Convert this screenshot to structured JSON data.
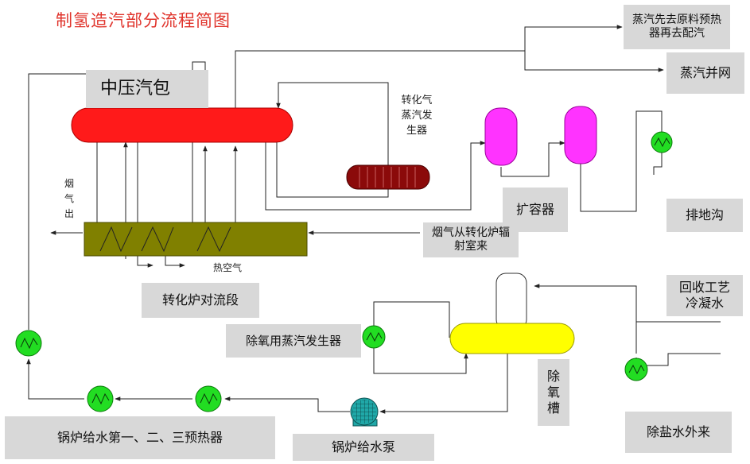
{
  "title": "制氢造汽部分流程简图",
  "labels": {
    "drum": "中压汽包",
    "steam_to_preheater": "蒸汽先去原料预热器再去配汽",
    "steam_grid": "蒸汽并网",
    "reformed_gas_generator": "转化气蒸汽发生器",
    "flash_tank": "扩容器",
    "drain": "排地沟",
    "flue_gas_out": "烟气出",
    "flue_gas_in": "烟气从转化炉辐射室来",
    "hot_air": "热空气",
    "convection": "转化炉对流段",
    "recovered_condensate": "回收工艺冷凝水",
    "deaerator_steam_gen": "除氧用蒸汽发生器",
    "deaerator": "除氧槽",
    "preheaters": "锅炉给水第一、二、三预热器",
    "feed_pump": "锅炉给水泵",
    "desalted_water": "除盐水外来"
  },
  "colors": {
    "title": "#e0342c",
    "drum": "#ff1a1a",
    "reformed_gen": "#8b0a0a",
    "flash": "#ff33ff",
    "convection": "#808000",
    "deaerator": "#ffff00",
    "exchanger": "#22dd22",
    "pump": "#20a8a8"
  }
}
